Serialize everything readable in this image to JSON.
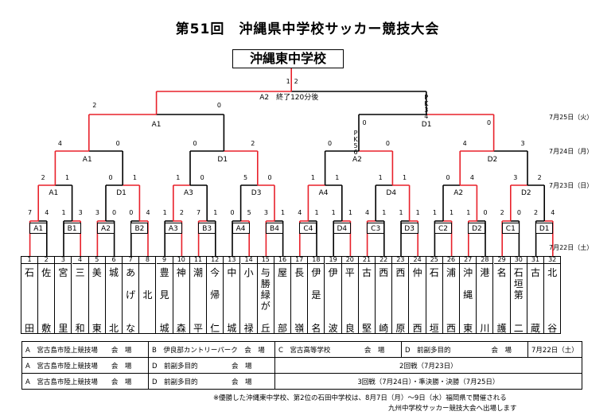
{
  "title": "第51回　沖縄県中学校サッカー競技大会",
  "champion": "沖縄東中学校",
  "final": {
    "label": "A2　終了120分後",
    "left_score": "1",
    "right_score": "2"
  },
  "semis": {
    "left_label": "A1",
    "right_label": "D1",
    "left_score": "2",
    "left_opp": "0",
    "right_score": "0",
    "right_opp": "0",
    "right_pk": [
      "P",
      "K",
      "3",
      "4"
    ],
    "top_pk": [
      "P",
      "K"
    ]
  },
  "round3": {
    "labels": [
      "A1",
      "D1",
      "A2",
      "D2"
    ],
    "scores": [
      [
        "4",
        "0"
      ],
      [
        "0",
        "2"
      ],
      [
        "0",
        "0"
      ],
      [
        "4",
        "3"
      ]
    ],
    "pk": [
      "P",
      "K",
      "5",
      "6"
    ]
  },
  "round2": {
    "labels": [
      "A1",
      "D1",
      "A3",
      "D3",
      "A4",
      "D4",
      "A2",
      "D2"
    ],
    "scores": [
      [
        "2",
        "1"
      ],
      [
        "0",
        "1"
      ],
      [
        "1",
        "0"
      ],
      [
        "5",
        "0"
      ],
      [
        "1",
        "1"
      ],
      [
        "1",
        "1"
      ],
      [
        "0",
        "4"
      ],
      [
        "3",
        "2"
      ]
    ]
  },
  "round1": {
    "labels": [
      "A1",
      "B1",
      "A2",
      "B2",
      "A3",
      "B3",
      "A4",
      "B4",
      "C4",
      "D4",
      "C3",
      "D3",
      "C2",
      "D2",
      "C1",
      "D1"
    ],
    "scores": [
      [
        "7",
        "4"
      ],
      [
        "1",
        "3"
      ],
      [
        "3",
        "0"
      ],
      [
        "0",
        "4"
      ],
      [
        "1",
        "2"
      ],
      [
        "7",
        "1"
      ],
      [
        "0",
        "5"
      ],
      [
        "3",
        "1"
      ],
      [
        "4",
        "1"
      ],
      [
        "1",
        "1"
      ],
      [
        "4",
        "1"
      ],
      [
        "1",
        "1"
      ],
      [
        "1",
        "1"
      ],
      [
        "1",
        "0"
      ],
      [
        "2",
        "0"
      ],
      [
        "2",
        "4"
      ]
    ]
  },
  "dates": [
    "7月25日（火）",
    "7月24日（月）",
    "7月23日（日）",
    "7月22日（土）"
  ],
  "teams": [
    {
      "num": "1",
      "name": [
        "石",
        "",
        "",
        "",
        "",
        "田"
      ]
    },
    {
      "num": "2",
      "name": [
        "佐",
        "",
        "",
        "",
        "",
        "敷"
      ]
    },
    {
      "num": "3",
      "name": [
        "宮",
        "",
        "",
        "",
        "",
        "里"
      ]
    },
    {
      "num": "4",
      "name": [
        "三",
        "",
        "",
        "",
        "",
        "和"
      ]
    },
    {
      "num": "5",
      "name": [
        "美",
        "",
        "",
        "",
        "",
        "東"
      ]
    },
    {
      "num": "6",
      "name": [
        "城",
        "",
        "",
        "",
        "",
        "北"
      ]
    },
    {
      "num": "7",
      "name": [
        "あ",
        "",
        "げ",
        "",
        "",
        "な"
      ]
    },
    {
      "num": "8",
      "name": [
        "",
        "",
        "北",
        "",
        "",
        ""
      ]
    },
    {
      "num": "9",
      "name": [
        "豊",
        "",
        "見",
        "",
        "",
        "城"
      ]
    },
    {
      "num": "10",
      "name": [
        "神",
        "",
        "",
        "",
        "",
        "森"
      ]
    },
    {
      "num": "11",
      "name": [
        "潮",
        "",
        "",
        "",
        "",
        "平"
      ]
    },
    {
      "num": "12",
      "name": [
        "今",
        "",
        "帰",
        "",
        "",
        "仁"
      ]
    },
    {
      "num": "13",
      "name": [
        "中",
        "",
        "",
        "",
        "",
        "城"
      ]
    },
    {
      "num": "14",
      "name": [
        "小",
        "",
        "",
        "",
        "",
        "禄"
      ]
    },
    {
      "num": "15",
      "name": [
        "与",
        "勝",
        "緑",
        "が",
        "",
        "丘"
      ]
    },
    {
      "num": "16",
      "name": [
        "屋",
        "",
        "",
        "",
        "",
        "部"
      ]
    },
    {
      "num": "17",
      "name": [
        "長",
        "",
        "",
        "",
        "",
        "嶺"
      ]
    },
    {
      "num": "18",
      "name": [
        "伊",
        "",
        "是",
        "",
        "",
        "名"
      ]
    },
    {
      "num": "19",
      "name": [
        "伊",
        "",
        "",
        "",
        "",
        "波"
      ]
    },
    {
      "num": "20",
      "name": [
        "平",
        "",
        "",
        "",
        "",
        "良"
      ]
    },
    {
      "num": "21",
      "name": [
        "古",
        "",
        "",
        "",
        "",
        "堅"
      ]
    },
    {
      "num": "22",
      "name": [
        "西",
        "",
        "",
        "",
        "",
        "崎"
      ]
    },
    {
      "num": "23",
      "name": [
        "西",
        "",
        "",
        "",
        "",
        "原"
      ]
    },
    {
      "num": "24",
      "name": [
        "仲",
        "",
        "",
        "",
        "",
        "西"
      ]
    },
    {
      "num": "25",
      "name": [
        "石",
        "",
        "",
        "",
        "",
        "垣"
      ]
    },
    {
      "num": "26",
      "name": [
        "浦",
        "",
        "",
        "",
        "",
        "西"
      ]
    },
    {
      "num": "27",
      "name": [
        "沖",
        "",
        "縄",
        "",
        "",
        "東"
      ]
    },
    {
      "num": "28",
      "name": [
        "港",
        "",
        "",
        "",
        "",
        "川"
      ]
    },
    {
      "num": "29",
      "name": [
        "名",
        "",
        "",
        "",
        "",
        "護"
      ]
    },
    {
      "num": "30",
      "name": [
        "石",
        "垣",
        "第",
        "",
        "",
        "二"
      ]
    },
    {
      "num": "31",
      "name": [
        "古",
        "",
        "",
        "",
        "",
        "蔵"
      ]
    },
    {
      "num": "32",
      "name": [
        "北",
        "",
        "",
        "",
        "",
        "谷"
      ]
    }
  ],
  "venues": [
    {
      "a": "A　宮古島市陸上競技場　　会　場",
      "b": "B　伊良部カントリーパーク　会　場",
      "c": "C　宮古高等学校　　　　　会　場",
      "d": "D　前副多目的　　　　　　会　場",
      "date": "7月22日（土）"
    },
    {
      "a": "A　宮古島市陸上競技場　　会　場",
      "b": "D　前副多目的　　　　　会　場",
      "c": "2回戦（7月23日）"
    },
    {
      "a": "A　宮古島市陸上競技場　　会　場",
      "b": "D　前副多目的　　　　　会　場",
      "c": "3回戦（7月24日）・準決勝・決勝（7月25日）"
    }
  ],
  "notes": [
    "※優勝した沖縄東中学校、第2位の石田中学校は、8月7日（月）～9日（水）福岡県で開催される",
    "九州中学校サッカー競技大会へ出場します"
  ],
  "colors": {
    "win": "#e8202a",
    "line": "#000000"
  }
}
